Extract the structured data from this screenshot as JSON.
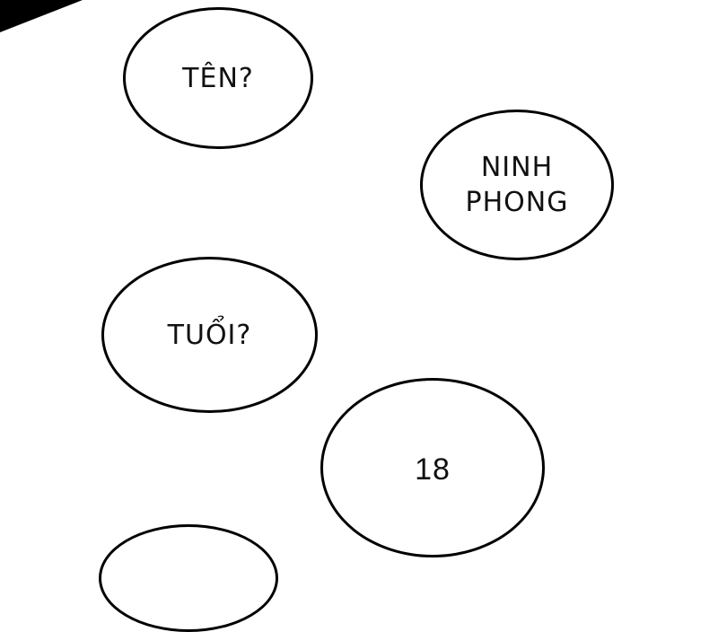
{
  "page": {
    "background": "#ffffff",
    "ink_color": "#000000"
  },
  "bubbles": [
    {
      "id": "ten",
      "text": "TÊN?"
    },
    {
      "id": "ninh-phong",
      "text": "NINH\nPHONG"
    },
    {
      "id": "tuoi",
      "text": "TUỔI?"
    },
    {
      "id": "age",
      "text": "18"
    }
  ]
}
